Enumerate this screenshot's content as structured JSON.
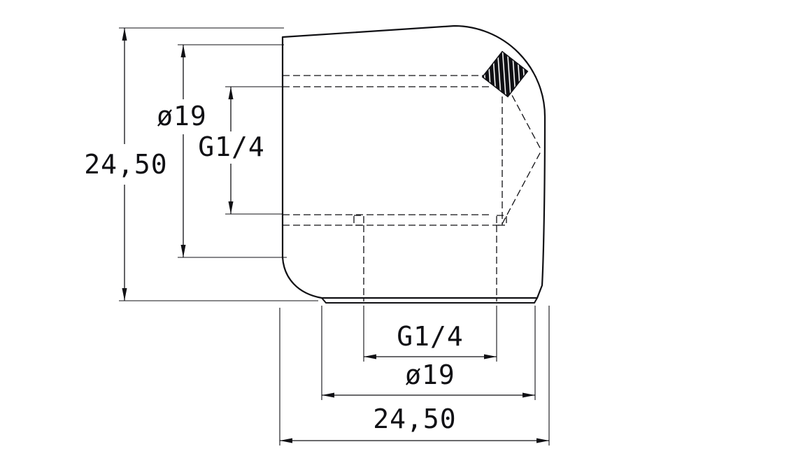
{
  "drawing": {
    "colors": {
      "line": "#101014",
      "background": "#ffffff"
    },
    "dimensions": {
      "left_height": "24,50",
      "left_diameter": "ø19",
      "left_thread": "G1/4",
      "bottom_thread": "G1/4",
      "bottom_diameter": "ø19",
      "bottom_width": "24,50"
    }
  }
}
